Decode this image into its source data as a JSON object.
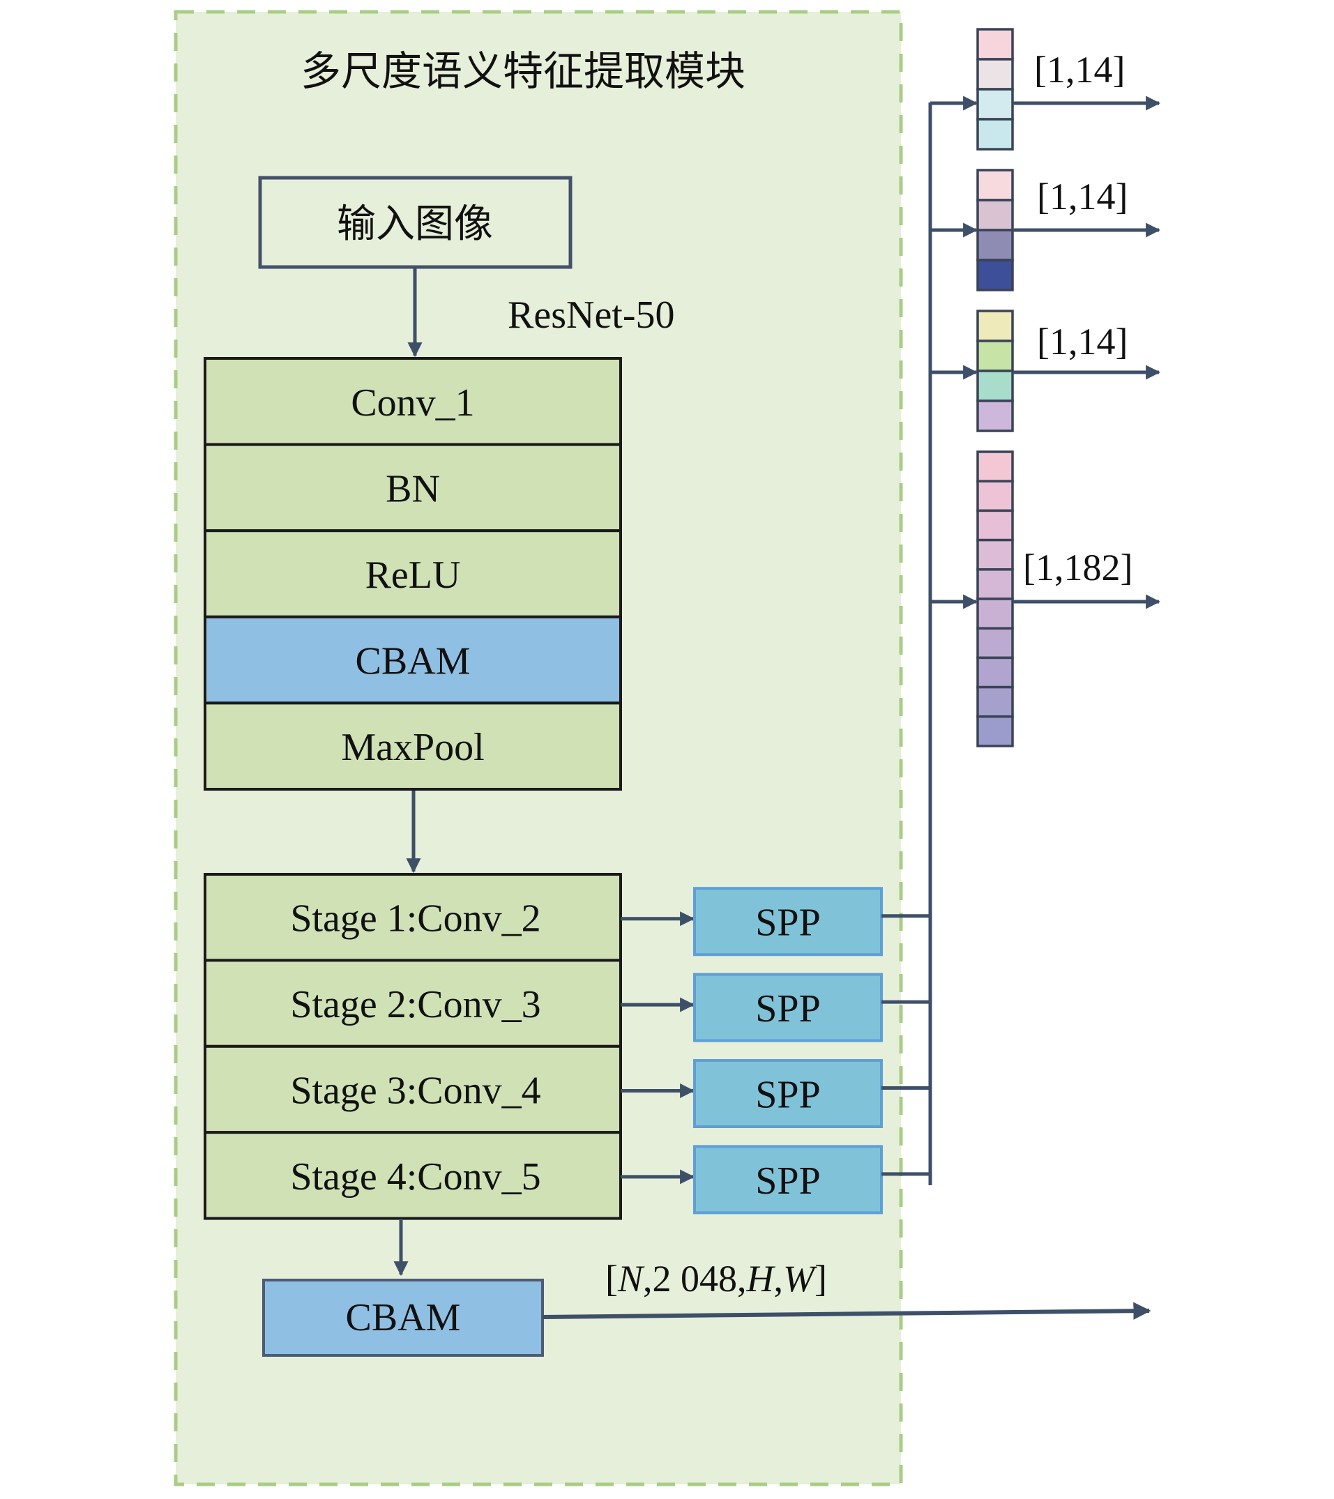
{
  "title": "多尺度语义特征提取模块",
  "input_box": "输入图像",
  "backbone_label": "ResNet-50",
  "stem_layers": [
    {
      "label": "Conv_1",
      "kind": "conv"
    },
    {
      "label": "BN",
      "kind": "conv"
    },
    {
      "label": "ReLU",
      "kind": "conv"
    },
    {
      "label": "CBAM",
      "kind": "attention"
    },
    {
      "label": "MaxPool",
      "kind": "conv"
    }
  ],
  "stages": [
    {
      "label": "Stage 1:Conv_2",
      "spp": "SPP"
    },
    {
      "label": "Stage 2:Conv_3",
      "spp": "SPP"
    },
    {
      "label": "Stage 3:Conv_4",
      "spp": "SPP"
    },
    {
      "label": "Stage 4:Conv_5",
      "spp": "SPP"
    }
  ],
  "output_cbam": "CBAM",
  "output_shape": {
    "open": "[",
    "N": "N",
    "mid": ",2 048,",
    "H": "H",
    "comma": ",",
    "W": "W",
    "close": "]"
  },
  "vectors": [
    {
      "label": "[1,14]",
      "cells": [
        "#f6d6dc",
        "#ebe3e6",
        "#d3ebee",
        "#c9e8ee"
      ]
    },
    {
      "label": "[1,14]",
      "cells": [
        "#f6dadd",
        "#d9c3d2",
        "#8f8cb4",
        "#3d4f99"
      ]
    },
    {
      "label": "[1,14]",
      "cells": [
        "#eeeab9",
        "#c7e3a6",
        "#a8dccb",
        "#cdb8dc"
      ]
    },
    {
      "label": "[1,182]",
      "cells": [
        "#f3c7d4",
        "#edc4d6",
        "#e7c0d7",
        "#ddbcd7",
        "#d4b8d6",
        "#c9b1d4",
        "#bcaad1",
        "#b1a4cf",
        "#a5a0cc",
        "#9b9ccc"
      ]
    }
  ],
  "colors": {
    "container_fill": "#e6efd9",
    "container_border": "#a9cd85",
    "conv_fill": "#cfe1b5",
    "attention_fill": "#8fbfe3",
    "spp_fill": "#80c3d8",
    "spp_border": "#5d9fd6",
    "arrow": "#3e4f68"
  }
}
